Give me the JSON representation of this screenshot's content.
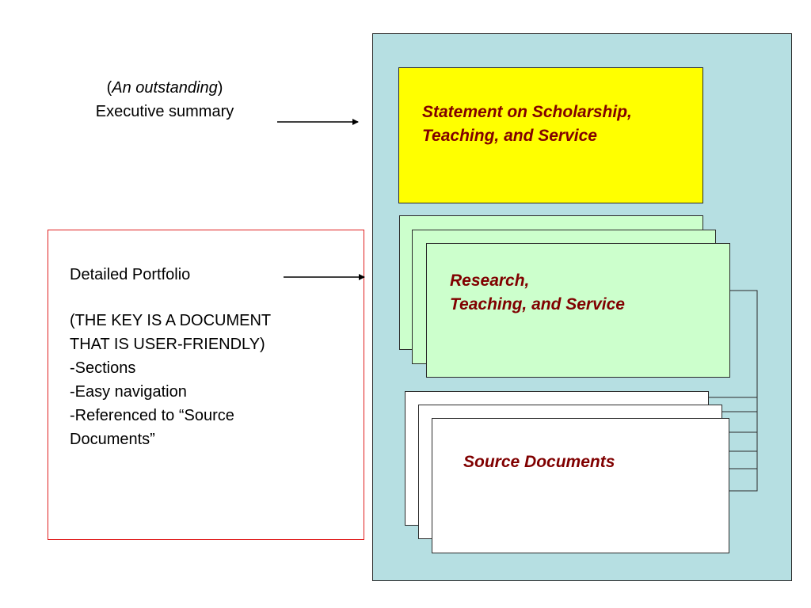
{
  "executive": {
    "prefix_open": "(",
    "emphasis": "An outstanding",
    "prefix_close": ")",
    "label": "Executive summary"
  },
  "detailed": {
    "lines": [
      "Detailed Portfolio",
      "",
      "(THE KEY IS A DOCUMENT",
      "THAT IS USER-FRIENDLY)",
      "-Sections",
      "-Easy navigation",
      "-Referenced to “Source",
      "Documents”"
    ]
  },
  "statement": {
    "line1": "Statement on Scholarship,",
    "line2": "Teaching, and Service"
  },
  "research": {
    "line1": "Research,",
    "line2": "Teaching, and Service"
  },
  "source": {
    "title": "Source Documents"
  },
  "colors": {
    "portfolio_bg": "#b6dfe2",
    "statement_bg": "#ffff00",
    "research_bg": "#ccffcc",
    "title_text": "#800000",
    "detail_border": "#e02020"
  }
}
